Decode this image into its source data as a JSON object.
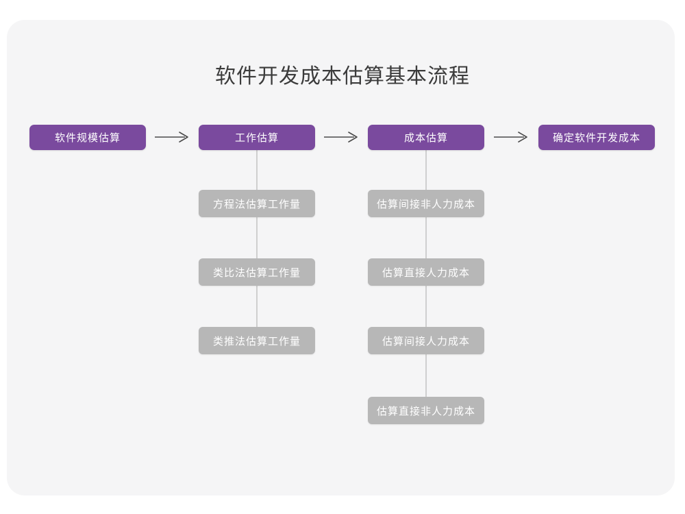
{
  "page": {
    "title": "软件开发成本估算基本流程",
    "card_color": "#f5f5f6",
    "background_color": "#ffffff",
    "primary_color": "#7a4a9e",
    "secondary_color": "#b7b7b7",
    "connector_color": "#cfcfcf",
    "title_color": "#3b3b3b"
  },
  "arrows": [
    {
      "name": "arrow-1",
      "glyph": "⟶"
    },
    {
      "name": "arrow-2",
      "glyph": "⟶"
    },
    {
      "name": "arrow-3",
      "glyph": "⟶"
    }
  ],
  "stages": [
    {
      "id": "stage-1",
      "label": "软件规模估算",
      "substeps": []
    },
    {
      "id": "stage-2",
      "label": "工作估算",
      "substeps": [
        "方程法估算工作量",
        "类比法估算工作量",
        "类推法估算工作量"
      ]
    },
    {
      "id": "stage-3",
      "label": "成本估算",
      "substeps": [
        "估算间接非人力成本",
        "估算直接人力成本",
        "估算间接人力成本",
        "估算直接非人力成本"
      ]
    },
    {
      "id": "stage-4",
      "label": "确定软件开发成本",
      "substeps": []
    }
  ]
}
